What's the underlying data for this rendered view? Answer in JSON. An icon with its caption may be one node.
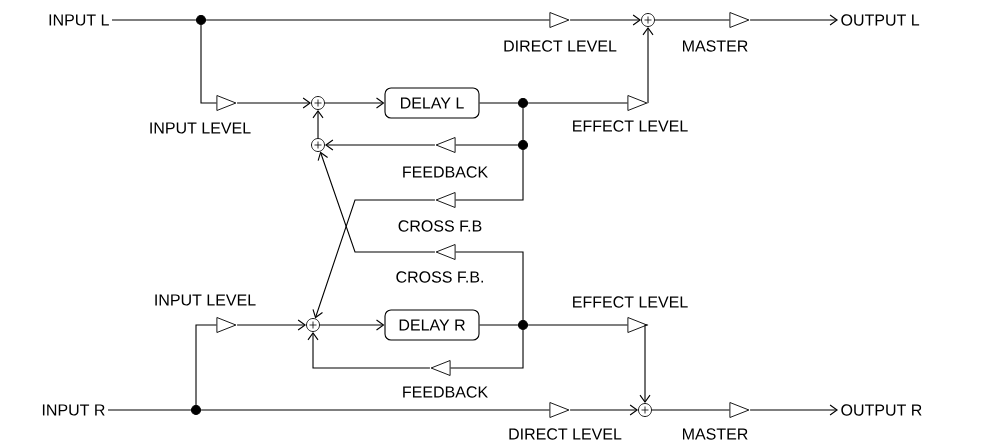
{
  "diagram": {
    "nodes": [
      {
        "text": [
          "INPUT L"
        ]
      },
      {
        "text": [],
        "shape": "dot"
      },
      {
        "text": [],
        "shape": "triangle",
        "beside": [
          "DIRECT LEVEL"
        ]
      },
      {
        "text": [],
        "shape": "circle"
      },
      {
        "text": [],
        "shape": "triangle",
        "beside": [
          "MASTER"
        ]
      },
      {
        "text": [
          "OUTPUT L"
        ]
      },
      {
        "text": [],
        "shape": "triangle",
        "beside": [
          "INPUT LEVEL"
        ]
      },
      {
        "text": [],
        "shape": "circle"
      },
      {
        "text": [
          "DELAY L"
        ]
      },
      {
        "text": [],
        "shape": "dot"
      },
      {
        "text": [],
        "shape": "triangle",
        "beside": [
          "EFFECT LEVEL"
        ]
      },
      {
        "text": [],
        "shape": "dot"
      },
      {
        "text": [],
        "shape": "triangle",
        "beside": [
          "FEEDBACK"
        ]
      },
      {
        "text": [],
        "shape": "circle"
      },
      {
        "text": [],
        "shape": "triangle",
        "beside": [
          "CROSS F.B"
        ]
      },
      {
        "text": [],
        "shape": "triangle",
        "beside": [
          "CROSS F.B."
        ]
      },
      {
        "text": [
          "INPUT R"
        ]
      },
      {
        "text": [],
        "shape": "dot"
      },
      {
        "text": [],
        "shape": "triangle",
        "beside": [
          "INPUT LEVEL"
        ]
      },
      {
        "text": [],
        "shape": "circle"
      },
      {
        "text": [
          "DELAY R"
        ]
      },
      {
        "text": [],
        "shape": "dot"
      },
      {
        "text": [],
        "shape": "triangle",
        "beside": [
          "EFFECT LEVEL"
        ]
      },
      {
        "text": [],
        "shape": "triangle",
        "beside": [
          "FEEDBACK"
        ]
      },
      {
        "text": [],
        "shape": "triangle",
        "beside": [
          "DIRECT LEVEL"
        ]
      },
      {
        "text": [],
        "shape": "circle"
      },
      {
        "text": [],
        "shape": "triangle",
        "beside": [
          "MASTER"
        ]
      },
      {
        "text": [
          "OUTPUT R"
        ]
      }
    ],
    "edges": [
      {
        "from": 0,
        "to": 1,
        "arrow": "none"
      },
      {
        "from": 1,
        "to": 2,
        "arrow": "none"
      },
      {
        "from": 2,
        "to": 3,
        "arrow": "to"
      },
      {
        "from": 3,
        "to": 4,
        "arrow": "none"
      },
      {
        "from": 4,
        "to": 5,
        "arrow": "to"
      },
      {
        "from": 1,
        "to": 6,
        "arrow": "none"
      },
      {
        "from": 6,
        "to": 7,
        "arrow": "to"
      },
      {
        "from": 7,
        "to": 8,
        "arrow": "to"
      },
      {
        "from": 8,
        "to": 9,
        "arrow": "none"
      },
      {
        "from": 9,
        "to": 10,
        "arrow": "none"
      },
      {
        "from": 10,
        "to": 3,
        "arrow": "to"
      },
      {
        "from": 9,
        "to": 11,
        "arrow": "none"
      },
      {
        "from": 11,
        "to": 12,
        "arrow": "none"
      },
      {
        "from": 12,
        "to": 13,
        "arrow": "to"
      },
      {
        "from": 13,
        "to": 7,
        "arrow": "to"
      },
      {
        "from": 11,
        "to": 14,
        "arrow": "none"
      },
      {
        "from": 14,
        "to": 19,
        "arrow": "to"
      },
      {
        "from": 21,
        "to": 15,
        "arrow": "none"
      },
      {
        "from": 15,
        "to": 13,
        "arrow": "to"
      },
      {
        "from": 16,
        "to": 17,
        "arrow": "none"
      },
      {
        "from": 17,
        "to": 24,
        "arrow": "none"
      },
      {
        "from": 24,
        "to": 25,
        "arrow": "to"
      },
      {
        "from": 25,
        "to": 26,
        "arrow": "none"
      },
      {
        "from": 26,
        "to": 27,
        "arrow": "to"
      },
      {
        "from": 17,
        "to": 18,
        "arrow": "none"
      },
      {
        "from": 18,
        "to": 19,
        "arrow": "to"
      },
      {
        "from": 19,
        "to": 20,
        "arrow": "to"
      },
      {
        "from": 20,
        "to": 21,
        "arrow": "none"
      },
      {
        "from": 21,
        "to": 22,
        "arrow": "none"
      },
      {
        "from": 22,
        "to": 25,
        "arrow": "to"
      },
      {
        "from": 21,
        "to": 23,
        "arrow": "none"
      },
      {
        "from": 23,
        "to": 19,
        "arrow": "to"
      }
    ]
  }
}
